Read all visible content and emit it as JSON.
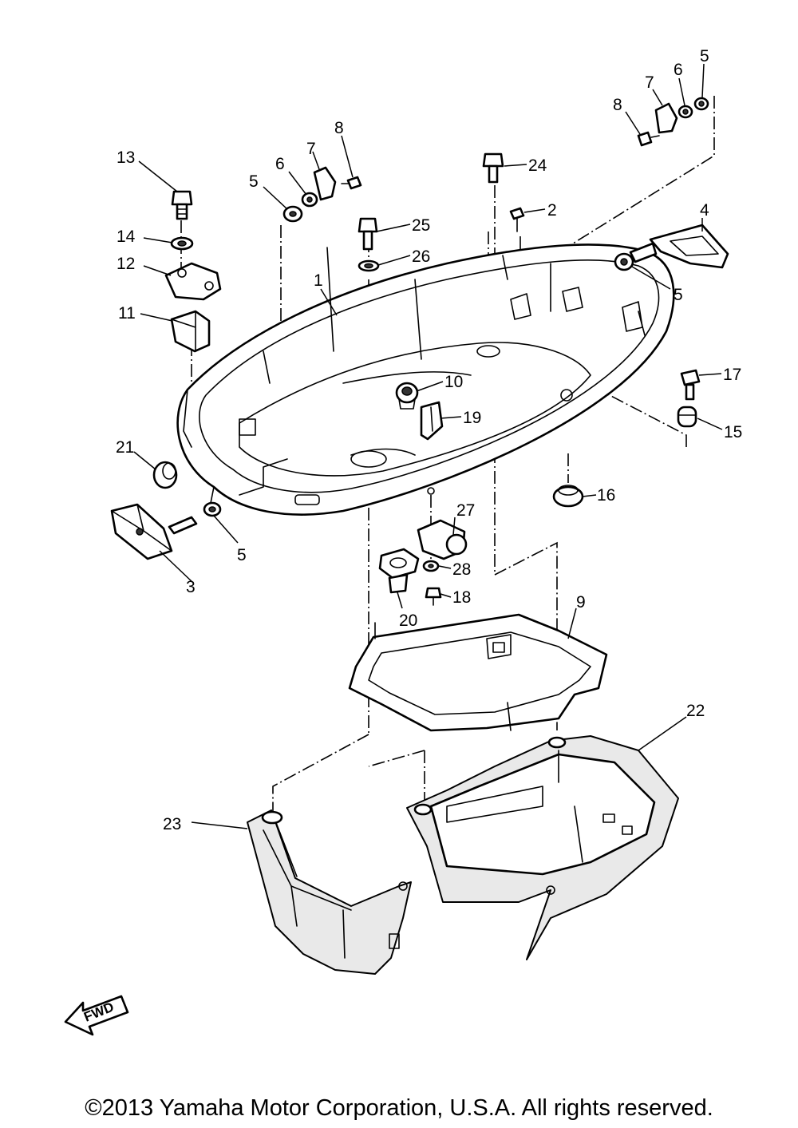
{
  "callouts": [
    "1",
    "2",
    "3",
    "4",
    "5",
    "5",
    "5",
    "5",
    "6",
    "6",
    "7",
    "7",
    "8",
    "8",
    "9",
    "10",
    "11",
    "12",
    "13",
    "14",
    "15",
    "16",
    "17",
    "18",
    "19",
    "20",
    "21",
    "22",
    "23",
    "24",
    "25",
    "26",
    "27",
    "28"
  ],
  "fwd_label": "FWD",
  "copyright": "©2013 Yamaha Motor Corporation, U.S.A. All rights reserved."
}
